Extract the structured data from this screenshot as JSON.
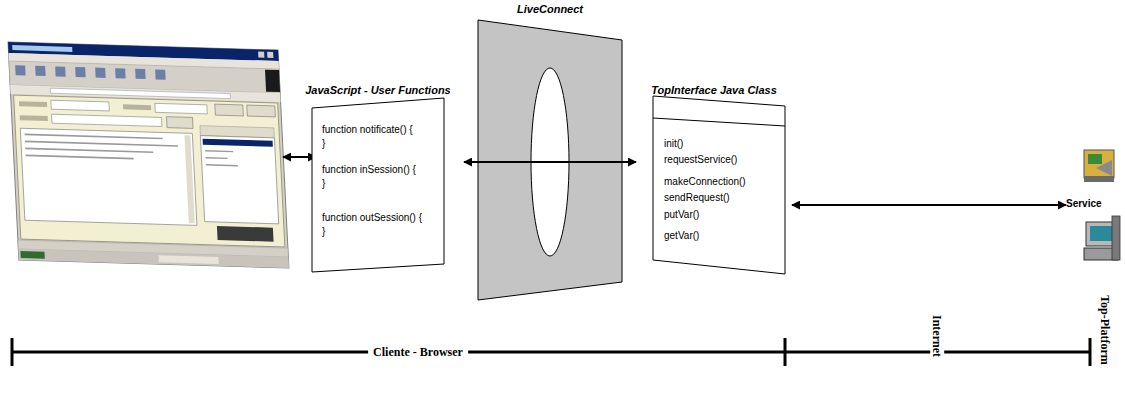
{
  "diagram": {
    "nodes": [
      {
        "text": [
          "JavaScript - User Functions",
          "function notificate() {",
          "}",
          "function inSession() {",
          "}",
          "function outSession() {",
          "}"
        ]
      },
      {
        "text": [
          "LiveConnect"
        ]
      },
      {
        "text": [
          "TopInterface Java Class",
          "init()",
          "requestService()",
          "makeConnection()",
          "sendRequest()",
          "putVar()",
          "getVar()"
        ]
      },
      {
        "text": [
          "Service"
        ]
      }
    ],
    "edges": [
      {
        "from": 0,
        "to": 2,
        "arrow": "both"
      },
      {
        "from": 2,
        "to": 3,
        "arrow": "both"
      }
    ],
    "labels": [
      "Cliente - Browser",
      "Internet",
      "Top-Platform"
    ]
  }
}
